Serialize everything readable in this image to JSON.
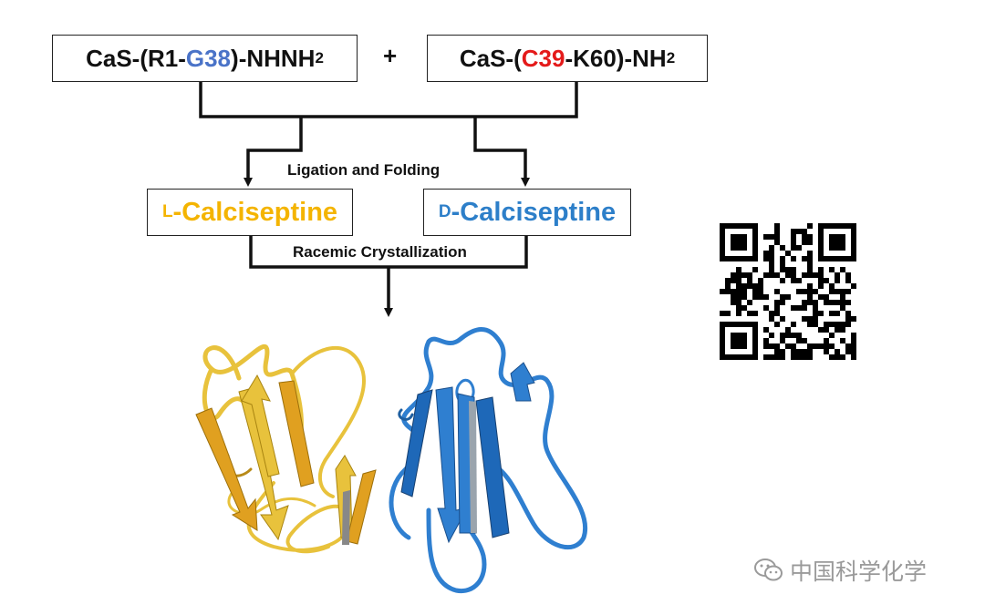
{
  "reactants": {
    "left": {
      "p1": "CaS-(R1-",
      "hl": "G38",
      "p2": ")-NHNH",
      "sub": "2",
      "hl_color": "#4a73c8"
    },
    "plus": "+",
    "right": {
      "p1": "CaS-(",
      "hl": "C39",
      "p2": "-K60)-NH",
      "sub": "2",
      "hl_color": "#e41a1a"
    }
  },
  "step1_label": "Ligation and Folding",
  "products": {
    "l": {
      "prefix": "L",
      "name": "-Calciseptine",
      "color": "#f4b400"
    },
    "d": {
      "prefix": "D",
      "name": "-Calciseptine",
      "color": "#2d7fc9"
    }
  },
  "step2_label": "Racemic Crystallization",
  "structure": {
    "l_form_color": "#e8c23c",
    "d_form_color": "#2f7fd0"
  },
  "qr_code": "qr-code",
  "watermark": {
    "text": "中国科学化学",
    "icon": "wechat-icon"
  }
}
